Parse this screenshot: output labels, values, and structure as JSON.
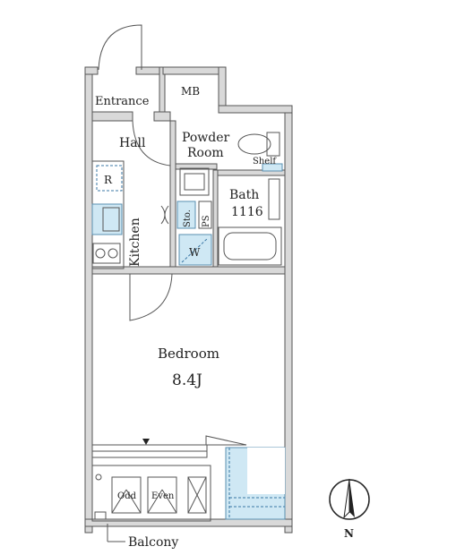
{
  "rooms": {
    "entrance": "Entrance",
    "mb": "MB",
    "hall": "Hall",
    "powder_room": "Powder\nRoom",
    "powder_room_line1": "Powder",
    "powder_room_line2": "Room",
    "shelf": "Shelf",
    "bath": "Bath",
    "bath_size": "1116",
    "refrigerator": "R",
    "kitchen": "Kitchen",
    "storage": "Sto.",
    "pipe_space": "PS",
    "washer": "W",
    "bedroom": "Bedroom",
    "bedroom_size": "8.4J",
    "odd": "Odd",
    "even": "Even",
    "balcony": "Balcony"
  },
  "compass": {
    "north": "N"
  },
  "colors": {
    "wall_fill": "#d9d9d9",
    "fixture_blue": "#cfe8f4",
    "line": "#555555"
  }
}
